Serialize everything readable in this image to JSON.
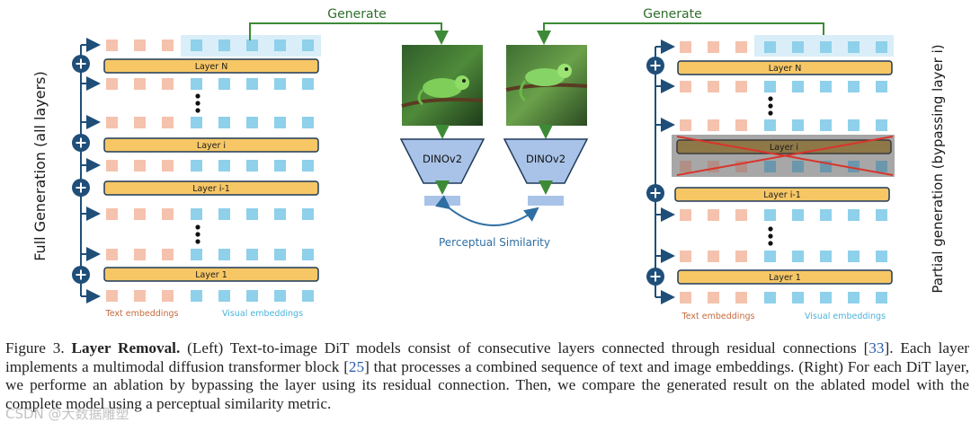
{
  "figure": {
    "top_label_left": "Generate",
    "top_label_right": "Generate",
    "left_axis_label": "Full Generation (all layers)",
    "right_axis_label": "Partial generation (bypassing layer i)",
    "encoder_left": "DINOv2",
    "encoder_right": "DINOv2",
    "similarity_label": "Perceptual Similarity",
    "legend_text": "Text embeddings",
    "legend_visual": "Visual embeddings",
    "left_layers": [
      "Layer N",
      "Layer i",
      "Layer i-1",
      "Layer 1"
    ],
    "right_layers": [
      "Layer N",
      "Layer i",
      "Layer i-1",
      "Layer 1"
    ],
    "colors": {
      "text_embedding": "#f5c2ad",
      "visual_embedding": "#8fd0ea",
      "layer_fill": "#f7c766",
      "layer_border": "#1f3a5a",
      "plus_node": "#1f4e79",
      "arrow_green": "#3d8b37",
      "encoder_fill": "#a9c3e8",
      "bypass_cross": "#d9342b"
    }
  },
  "caption": {
    "figure_label": "Figure 3.",
    "title": "Layer Removal.",
    "text_1": " (Left) Text-to-image DiT models consist of consecutive layers connected through residual connections [",
    "ref_1": "33",
    "text_2": "]. Each layer implements a multimodal diffusion transformer block [",
    "ref_2": "25",
    "text_3": "] that processes a combined sequence of text and image embeddings. (Right) For each DiT layer, we performe an ablation by bypassing the layer using its residual connection. Then, we compare the generated result on the ablated model with the complete model using a perceptual similarity metric."
  },
  "watermark": "CSDN @大数据雕塑"
}
